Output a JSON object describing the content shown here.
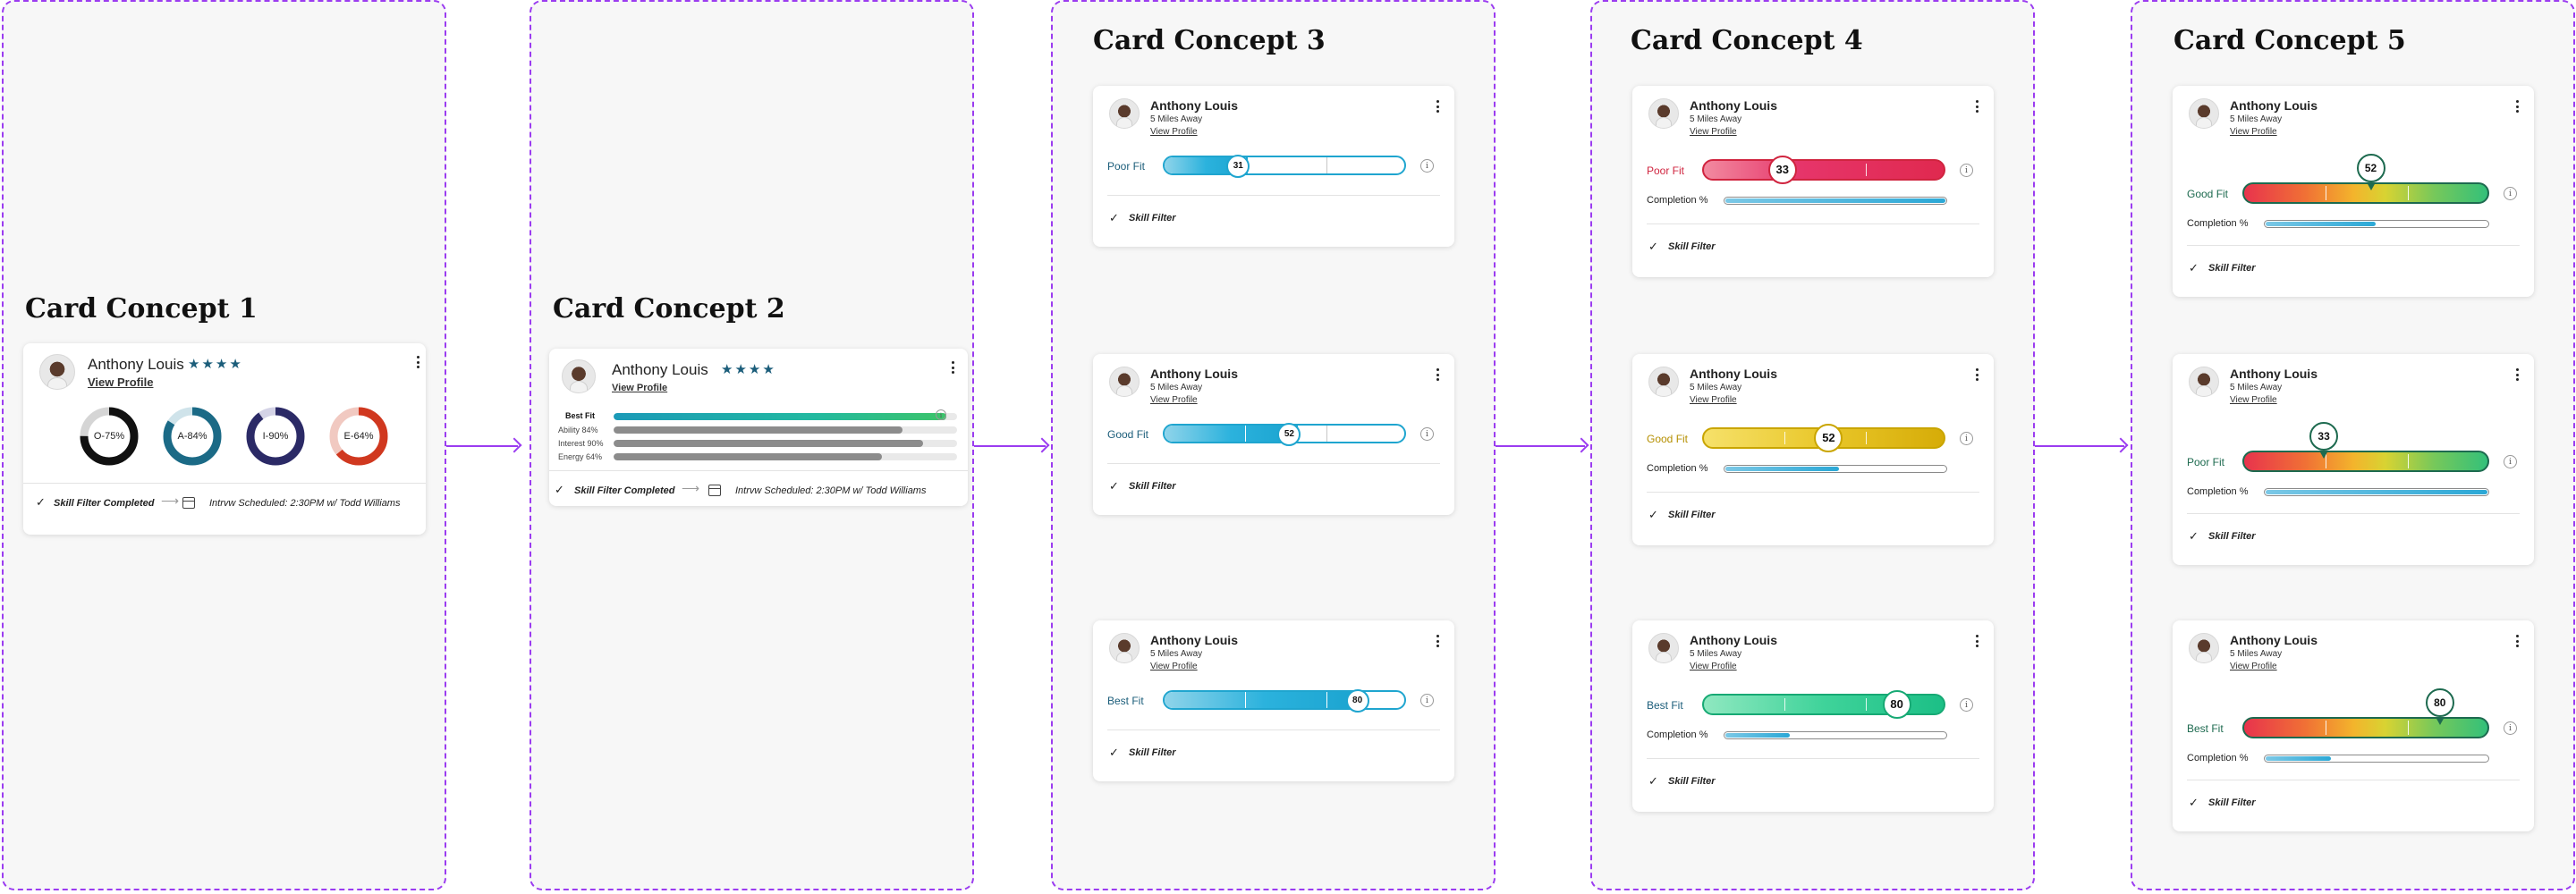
{
  "colors": {
    "accent_purple": "#9b3cf0",
    "teal": "#1b5d7a",
    "poor_red": "#e0294f",
    "good_gold": "#c9a500",
    "best_green": "#22c08a",
    "bar_blue": "#1fa5cf"
  },
  "candidate": {
    "name": "Anthony Louis",
    "distance": "5 Miles Away",
    "view_profile": "View Profile",
    "rating_stars": "★★★★"
  },
  "skill_filter": "Skill Filter",
  "skill_filter_completed": "Skill Filter Completed",
  "interview_text": "Intrvw Scheduled: 2:30PM  w/ Todd Williams",
  "completion_label": "Completion %",
  "panels": [
    {
      "title": "Card Concept 1"
    },
    {
      "title": "Card Concept 2"
    },
    {
      "title": "Card Concept 3"
    },
    {
      "title": "Card Concept 4"
    },
    {
      "title": "Card Concept 5"
    }
  ],
  "concept1": {
    "donuts": [
      {
        "label": "O-75%",
        "value": 0.75,
        "color": "#111111",
        "track": "#d5d5d5"
      },
      {
        "label": "A-84%",
        "value": 0.84,
        "color": "#1b6a86",
        "track": "#cfe3ea"
      },
      {
        "label": "I-90%",
        "value": 0.9,
        "color": "#2b2a66",
        "track": "#d4d3e6"
      },
      {
        "label": "E-64%",
        "value": 0.64,
        "color": "#d0381f",
        "track": "#f1c9c1"
      }
    ]
  },
  "concept2": {
    "bars": [
      {
        "label": "Best Fit",
        "value": 0.97,
        "gradient": true
      },
      {
        "label": "Ability 84%",
        "value": 0.84
      },
      {
        "label": "Interest 90%",
        "value": 0.9
      },
      {
        "label": "Energy 64%",
        "value": 0.78
      }
    ]
  },
  "concept3": {
    "cards": [
      {
        "fit": "Poor Fit",
        "score": "31",
        "value": 31
      },
      {
        "fit": "Good Fit",
        "score": "52",
        "value": 52
      },
      {
        "fit": "Best Fit",
        "score": "80",
        "value": 80
      }
    ]
  },
  "concept4": {
    "cards": [
      {
        "fit": "Poor Fit",
        "score": "33",
        "value": 33,
        "completion": 1.0
      },
      {
        "fit": "Good Fit",
        "score": "52",
        "value": 52,
        "completion": 0.52
      },
      {
        "fit": "Best Fit",
        "score": "80",
        "value": 80,
        "completion": 0.3
      }
    ]
  },
  "concept5": {
    "cards": [
      {
        "fit": "Good Fit",
        "score": "52",
        "value": 52,
        "completion": 0.5
      },
      {
        "fit": "Poor Fit",
        "score": "33",
        "value": 33,
        "completion": 1.0
      },
      {
        "fit": "Best Fit",
        "score": "80",
        "value": 80,
        "completion": 0.3
      }
    ]
  }
}
